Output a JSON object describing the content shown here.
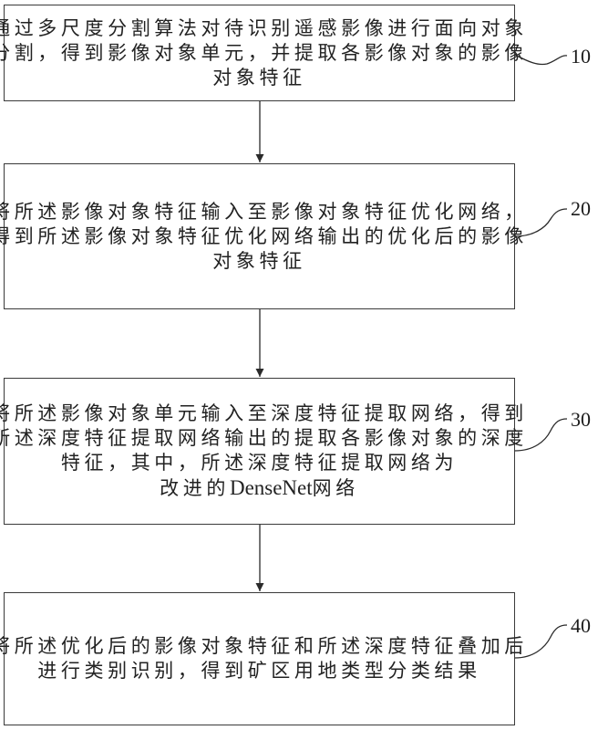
{
  "flowchart": {
    "steps": [
      {
        "id": "10",
        "lines": [
          "通过多尺度分割算法对待识别遥感影像进行面向对象",
          "分割，得到影像对象单元，并提取各影像对象的影像",
          "对象特征"
        ]
      },
      {
        "id": "20",
        "lines": [
          "将所述影像对象特征输入至影像对象特征优化网络，",
          "得到所述影像对象特征优化网络输出的优化后的影像",
          "对象特征"
        ]
      },
      {
        "id": "30",
        "lines": [
          "将所述影像对象单元输入至深度特征提取网络，得到",
          "所述深度特征提取网络输出的提取各影像对象的深度",
          "特征，其中，所述深度特征提取网络为",
          {
            "prefix": "改进的",
            "latin": "DenseNet",
            "suffix": "网络"
          }
        ]
      },
      {
        "id": "40",
        "lines": [
          "将所述优化后的影像对象特征和所述深度特征叠加后",
          "进行类别识别，得到矿区用地类型分类结果"
        ]
      }
    ],
    "connectors": [
      {
        "from": "10",
        "to": "20"
      },
      {
        "from": "20",
        "to": "30"
      },
      {
        "from": "30",
        "to": "40"
      }
    ],
    "colors": {
      "stroke": "#3a3a3a",
      "text": "#222222",
      "background": "#ffffff"
    }
  }
}
